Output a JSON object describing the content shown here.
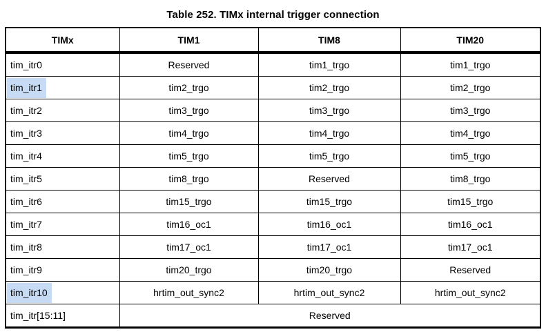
{
  "title": "Table 252. TIMx internal trigger connection",
  "colors": {
    "highlight": "#c7dcf4",
    "border": "#000000",
    "text": "#000000",
    "background": "#ffffff"
  },
  "table": {
    "columns": [
      "TIMx",
      "TIM1",
      "TIM8",
      "TIM20"
    ],
    "highlighted_rows": [
      "tim_itr1",
      "tim_itr10"
    ],
    "rows": [
      {
        "timx": "tim_itr0",
        "tim1": "Reserved",
        "tim8": "tim1_trgo",
        "tim20": "tim1_trgo"
      },
      {
        "timx": "tim_itr1",
        "tim1": "tim2_trgo",
        "tim8": "tim2_trgo",
        "tim20": "tim2_trgo"
      },
      {
        "timx": "tim_itr2",
        "tim1": "tim3_trgo",
        "tim8": "tim3_trgo",
        "tim20": "tim3_trgo"
      },
      {
        "timx": "tim_itr3",
        "tim1": "tim4_trgo",
        "tim8": "tim4_trgo",
        "tim20": "tim4_trgo"
      },
      {
        "timx": "tim_itr4",
        "tim1": "tim5_trgo",
        "tim8": "tim5_trgo",
        "tim20": "tim5_trgo"
      },
      {
        "timx": "tim_itr5",
        "tim1": "tim8_trgo",
        "tim8": "Reserved",
        "tim20": "tim8_trgo"
      },
      {
        "timx": "tim_itr6",
        "tim1": "tim15_trgo",
        "tim8": "tim15_trgo",
        "tim20": "tim15_trgo"
      },
      {
        "timx": "tim_itr7",
        "tim1": "tim16_oc1",
        "tim8": "tim16_oc1",
        "tim20": "tim16_oc1"
      },
      {
        "timx": "tim_itr8",
        "tim1": "tim17_oc1",
        "tim8": "tim17_oc1",
        "tim20": "tim17_oc1"
      },
      {
        "timx": "tim_itr9",
        "tim1": "tim20_trgo",
        "tim8": "tim20_trgo",
        "tim20": "Reserved"
      },
      {
        "timx": "tim_itr10",
        "tim1": "hrtim_out_sync2",
        "tim8": "hrtim_out_sync2",
        "tim20": "hrtim_out_sync2"
      },
      {
        "timx": "tim_itr[15:11]",
        "span": "Reserved"
      }
    ]
  }
}
